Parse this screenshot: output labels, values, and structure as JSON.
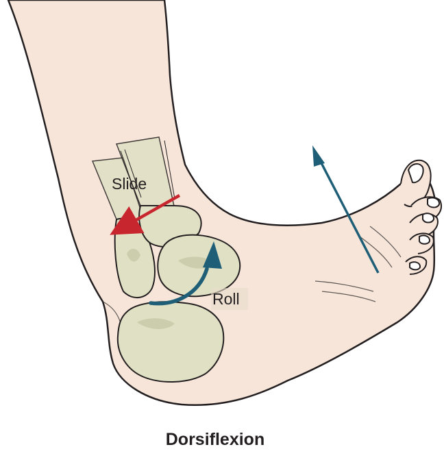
{
  "colors": {
    "skin": "#f6e5d8",
    "skin_outline": "#231f20",
    "bone": "#dfe0c4",
    "bone_shadow": "#c3c5a2",
    "slide_arrow": "#c8262e",
    "roll_arrow": "#1e5e77",
    "motion_arrow": "#1e5e77"
  },
  "labels": {
    "slide": "Slide",
    "roll": "Roll"
  },
  "caption": "Dorsiflexion"
}
